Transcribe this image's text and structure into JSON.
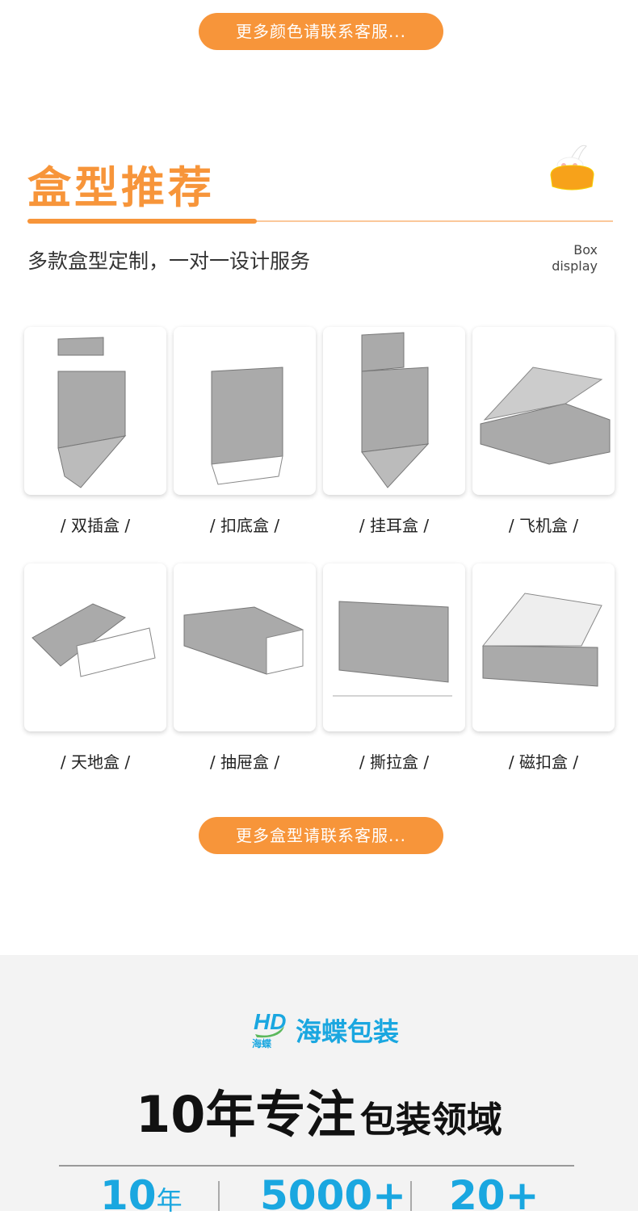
{
  "top_button": "更多颜色请联系客服...",
  "section": {
    "title": "盒型推荐",
    "subtitle": "多款盒型定制，一对一设计服务",
    "en_line1": "Box",
    "en_line2": "display"
  },
  "boxes": [
    {
      "label": "/ 双插盒 /"
    },
    {
      "label": "/ 扣底盒 /"
    },
    {
      "label": "/ 挂耳盒 /"
    },
    {
      "label": "/ 飞机盒 /"
    },
    {
      "label": "/ 天地盒 /"
    },
    {
      "label": "/ 抽屉盒 /"
    },
    {
      "label": "/ 撕拉盒 /"
    },
    {
      "label": "/ 磁扣盒 /"
    }
  ],
  "more_button": "更多盒型请联系客服...",
  "brand": {
    "name": "海蝶包装",
    "logo_text": "海蝶"
  },
  "headline": {
    "main": "10年专注",
    "rest": "包装领域"
  },
  "stats": [
    {
      "value": "10",
      "unit": "年"
    },
    {
      "value": "5000+"
    },
    {
      "value": "20+"
    }
  ],
  "colors": {
    "accent": "#f7953a",
    "brand_blue": "#1aa7e0"
  }
}
